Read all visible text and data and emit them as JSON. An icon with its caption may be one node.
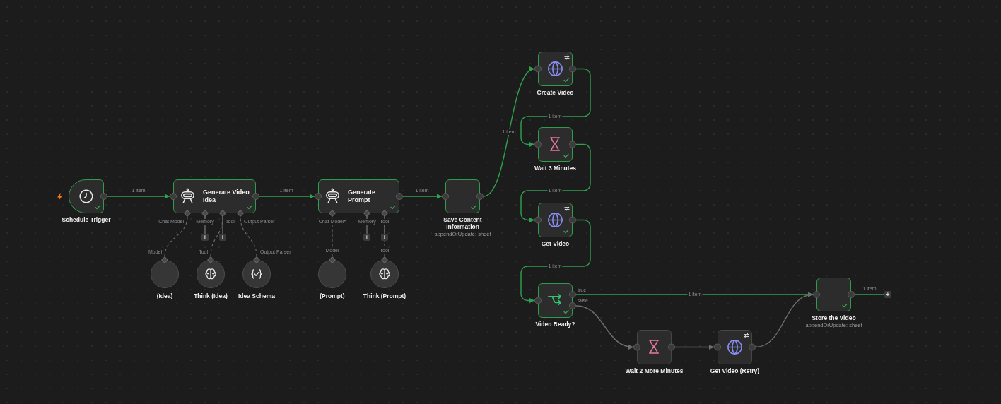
{
  "diagram": {
    "nodes": [
      {
        "text": [
          "Schedule Trigger"
        ]
      },
      {
        "text": [
          "Generate Video Idea"
        ]
      },
      {
        "text": [
          "Generate Prompt"
        ]
      },
      {
        "text": [
          "Save Content Information"
        ],
        "beside": [
          "appendOrUpdate: sheet"
        ]
      },
      {
        "text": [
          "Create Video"
        ]
      },
      {
        "text": [
          "Wait 3 Minutes"
        ]
      },
      {
        "text": [
          "Get Video"
        ]
      },
      {
        "text": [
          "Video Ready?"
        ]
      },
      {
        "text": [
          "Store the Video"
        ],
        "beside": [
          "appendOrUpdate: sheet"
        ]
      },
      {
        "text": [
          "Wait 2 More Minutes"
        ]
      },
      {
        "text": [
          "Get Video (Retry)"
        ]
      },
      {
        "text": [
          "+"
        ]
      },
      {
        "text": [
          "+"
        ]
      },
      {
        "text": [
          "+"
        ]
      },
      {
        "text": [
          "+"
        ]
      },
      {
        "text": [
          "+"
        ]
      },
      {
        "text": [
          "(Idea)"
        ]
      },
      {
        "text": [
          "Think (Idea)"
        ]
      },
      {
        "text": [
          "Idea Schema"
        ]
      },
      {
        "text": [
          "(Prompt)"
        ]
      },
      {
        "text": [
          "Think (Prompt)"
        ]
      }
    ],
    "edges": [
      {
        "from": 0,
        "to": 1,
        "arrow": "to",
        "label": "1 item",
        "color": "#2fa04e"
      },
      {
        "from": 1,
        "to": 2,
        "arrow": "to",
        "label": "1 item",
        "color": "#2fa04e"
      },
      {
        "from": 2,
        "to": 3,
        "arrow": "to",
        "label": "1 item",
        "color": "#2fa04e"
      },
      {
        "from": 3,
        "to": 4,
        "arrow": "to",
        "label": "1 item",
        "color": "#2fa04e"
      },
      {
        "from": 4,
        "to": 5,
        "arrow": "to",
        "label": "1 item",
        "color": "#2fa04e"
      },
      {
        "from": 5,
        "to": 6,
        "arrow": "to",
        "label": "1 item",
        "color": "#2fa04e"
      },
      {
        "from": 6,
        "to": 7,
        "arrow": "to",
        "label": "1 item",
        "color": "#2fa04e"
      },
      {
        "from": 7,
        "to": 8,
        "arrow": "to",
        "label": "1 item",
        "color": "#2fa04e"
      },
      {
        "from": 7,
        "to": 9,
        "arrow": "to"
      },
      {
        "from": 9,
        "to": 10,
        "arrow": "to"
      },
      {
        "from": 10,
        "to": 8,
        "arrow": "to"
      },
      {
        "from": 8,
        "to": 15,
        "arrow": "none",
        "label": "1 item",
        "color": "#2fa04e"
      },
      {
        "from": 1,
        "to": 11,
        "arrow": "none"
      },
      {
        "from": 1,
        "to": 12,
        "arrow": "none"
      },
      {
        "from": 2,
        "to": 13,
        "arrow": "none"
      },
      {
        "from": 2,
        "to": 14,
        "arrow": "none"
      },
      {
        "from": 16,
        "to": 1,
        "arrow": "none",
        "style": "dashed"
      },
      {
        "from": 17,
        "to": 1,
        "arrow": "none",
        "style": "dashed"
      },
      {
        "from": 18,
        "to": 1,
        "arrow": "none",
        "style": "dashed"
      },
      {
        "from": 19,
        "to": 2,
        "arrow": "none",
        "style": "dashed"
      },
      {
        "from": 20,
        "to": 2,
        "arrow": "none",
        "style": "dashed"
      }
    ],
    "labels": [
      "Chat Model",
      "Memory",
      "Tool",
      "Output Parser",
      "Chat Model*",
      "Memory",
      "Tool",
      "Model",
      "Tool",
      "Output Parser",
      "Model",
      "Tool",
      "true",
      "false"
    ]
  }
}
